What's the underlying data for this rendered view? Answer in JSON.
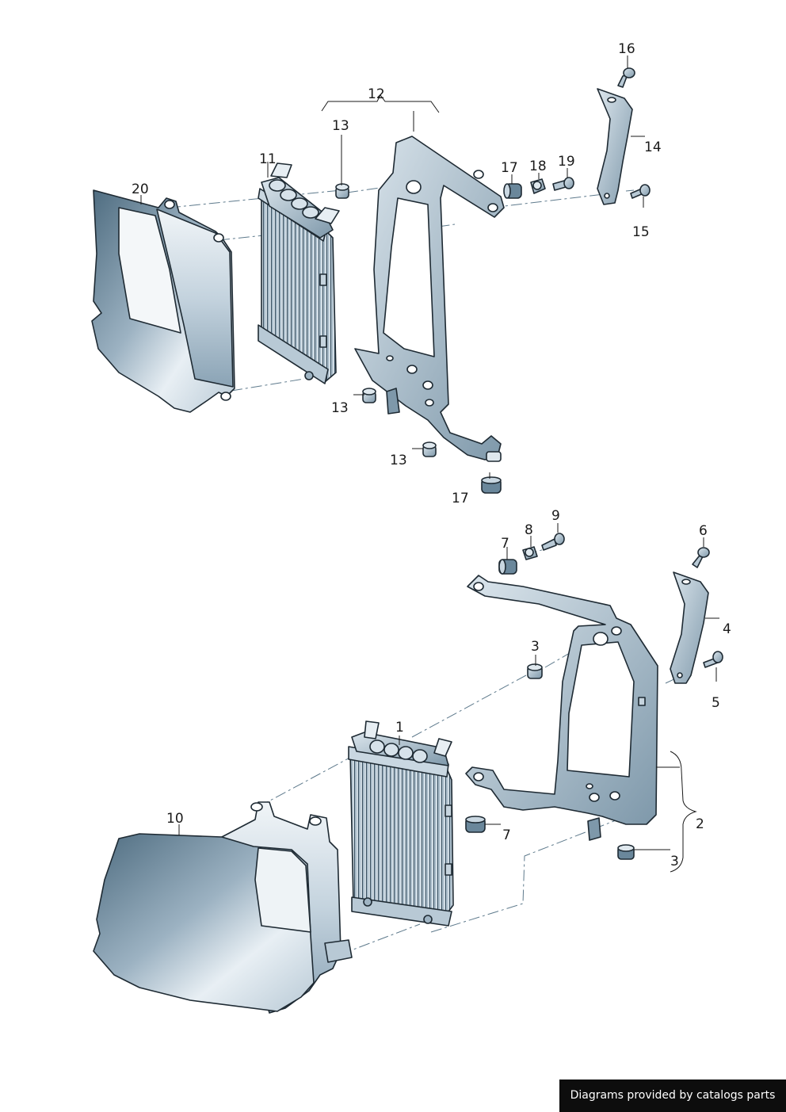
{
  "diagram": {
    "upper_callouts": [
      {
        "id": "11",
        "label": "11"
      },
      {
        "id": "12",
        "label": "12"
      },
      {
        "id": "13a",
        "label": "13"
      },
      {
        "id": "13b",
        "label": "13"
      },
      {
        "id": "13c",
        "label": "13"
      },
      {
        "id": "14",
        "label": "14"
      },
      {
        "id": "15",
        "label": "15"
      },
      {
        "id": "16",
        "label": "16"
      },
      {
        "id": "17a",
        "label": "17"
      },
      {
        "id": "17b",
        "label": "17"
      },
      {
        "id": "18",
        "label": "18"
      },
      {
        "id": "19",
        "label": "19"
      },
      {
        "id": "20",
        "label": "20"
      }
    ],
    "lower_callouts": [
      {
        "id": "1",
        "label": "1"
      },
      {
        "id": "2",
        "label": "2"
      },
      {
        "id": "3a",
        "label": "3"
      },
      {
        "id": "3b",
        "label": "3"
      },
      {
        "id": "4",
        "label": "4"
      },
      {
        "id": "5",
        "label": "5"
      },
      {
        "id": "6",
        "label": "6"
      },
      {
        "id": "7a",
        "label": "7"
      },
      {
        "id": "7b",
        "label": "7"
      },
      {
        "id": "8",
        "label": "8"
      },
      {
        "id": "9",
        "label": "9"
      },
      {
        "id": "10",
        "label": "10"
      }
    ]
  },
  "footer": {
    "text": "Diagrams provided by catalogs parts"
  },
  "colors": {
    "part_fill_light": "#e6edf2",
    "part_fill_mid": "#a9bccb",
    "part_fill_dark": "#5f7d92",
    "outline": "#1e2a33",
    "banner_bg": "#0d0d0d",
    "banner_text": "#ffffff"
  }
}
